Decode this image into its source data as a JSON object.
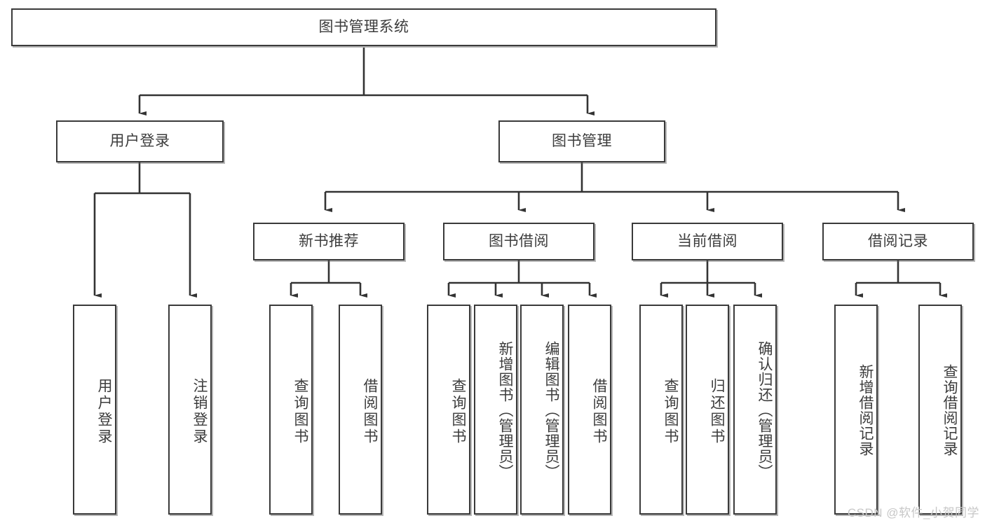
{
  "diagram": {
    "type": "tree-hierarchy",
    "title": "图书管理系统",
    "root": {
      "id": "root",
      "label": "图书管理系统",
      "level": 1
    },
    "level2": [
      {
        "id": "user-login",
        "label": "用户登录"
      },
      {
        "id": "book-management",
        "label": "图书管理"
      }
    ],
    "level3": [
      {
        "id": "new-book-recommend",
        "label": "新书推荐",
        "parent": "book-management"
      },
      {
        "id": "book-borrow",
        "label": "图书借阅",
        "parent": "book-management"
      },
      {
        "id": "current-borrow",
        "label": "当前借阅",
        "parent": "book-management"
      },
      {
        "id": "borrow-record",
        "label": "借阅记录",
        "parent": "book-management"
      }
    ],
    "leaves": [
      {
        "id": "leaf-user-login",
        "label": "用户登录",
        "parent": "user-login"
      },
      {
        "id": "leaf-logout",
        "label": "注销登录",
        "parent": "user-login"
      },
      {
        "id": "leaf-query-book-1",
        "label": "查询图书",
        "parent": "new-book-recommend"
      },
      {
        "id": "leaf-borrow-book-1",
        "label": "借阅图书",
        "parent": "new-book-recommend"
      },
      {
        "id": "leaf-query-book-2",
        "label": "查询图书",
        "parent": "book-borrow"
      },
      {
        "id": "leaf-add-book",
        "label": "新增图书（管理员）",
        "parent": "book-borrow"
      },
      {
        "id": "leaf-edit-book",
        "label": "编辑图书（管理员）",
        "parent": "book-borrow"
      },
      {
        "id": "leaf-borrow-book-2",
        "label": "借阅图书",
        "parent": "book-borrow"
      },
      {
        "id": "leaf-query-book-3",
        "label": "查询图书",
        "parent": "current-borrow"
      },
      {
        "id": "leaf-return-book",
        "label": "归还图书",
        "parent": "current-borrow"
      },
      {
        "id": "leaf-confirm-return",
        "label": "确认归还（管理员）",
        "parent": "current-borrow"
      },
      {
        "id": "leaf-add-record",
        "label": "新增借阅记录",
        "parent": "borrow-record"
      },
      {
        "id": "leaf-query-record",
        "label": "查询借阅记录",
        "parent": "borrow-record"
      }
    ],
    "colors": {
      "box_border": "#3a3a3a",
      "box_fill": "#ffffff",
      "text": "#3c3c3c",
      "connector": "#333333",
      "watermark": "#c7c7c7"
    }
  },
  "watermark": {
    "text": "CSDN @软件_小贺同学"
  }
}
